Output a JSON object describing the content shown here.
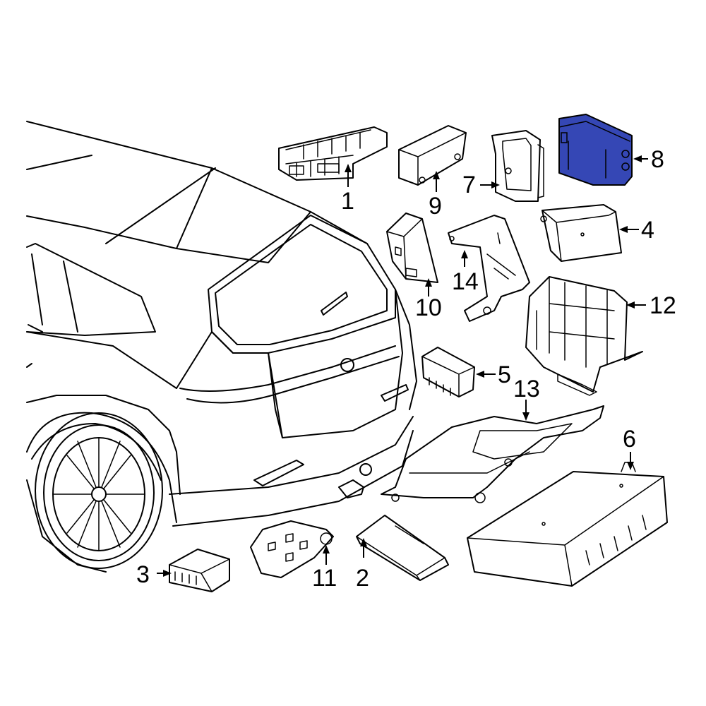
{
  "callouts": {
    "c1": "1",
    "c2": "2",
    "c3": "3",
    "c4": "4",
    "c5": "5",
    "c6": "6",
    "c7": "7",
    "c8": "8",
    "c9": "9",
    "c10": "10",
    "c11": "11",
    "c12": "12",
    "c13": "13",
    "c14": "14"
  },
  "colors": {
    "highlight": "#3547b5",
    "line": "#000000",
    "background": "#ffffff"
  },
  "highlighted_part": "8"
}
